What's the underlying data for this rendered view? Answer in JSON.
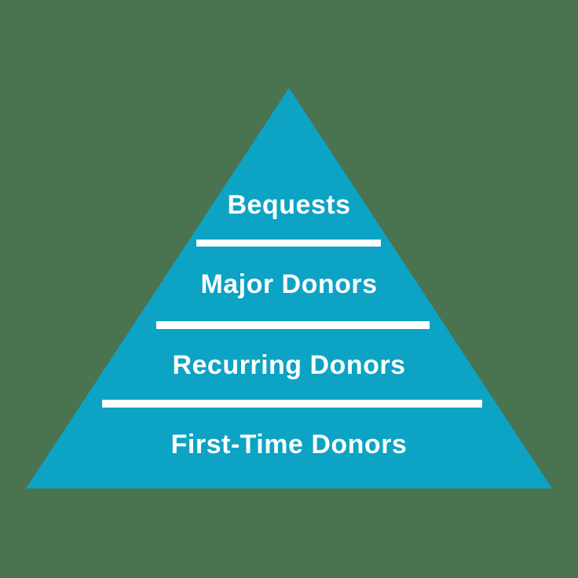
{
  "pyramid": {
    "levels": [
      {
        "label": "Bequests"
      },
      {
        "label": "Major Donors"
      },
      {
        "label": "Recurring Donors"
      },
      {
        "label": "First-Time Donors"
      }
    ]
  },
  "colors": {
    "background": "#4A7350",
    "pyramid": "#0CA3C4",
    "text": "#FFFFFF",
    "divider": "#FFFFFF"
  }
}
